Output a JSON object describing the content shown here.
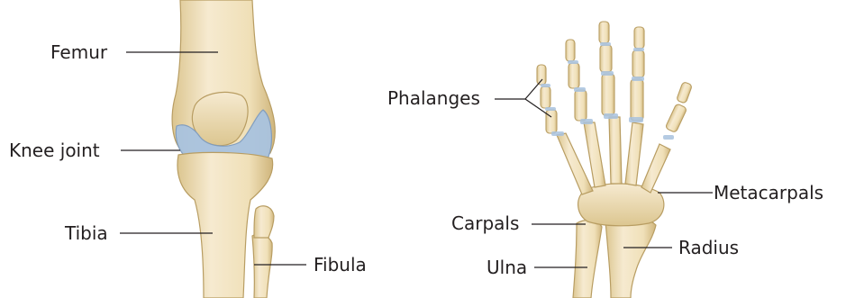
{
  "labels": {
    "femur": "Femur",
    "knee_joint": "Knee joint",
    "tibia": "Tibia",
    "fibula": "Fibula",
    "phalanges": "Phalanges",
    "metacarpals": "Metacarpals",
    "carpals": "Carpals",
    "radius": "Radius",
    "ulna": "Ulna"
  },
  "colors": {
    "bone": "#f1e3bd",
    "bone_shade": "#d6c08c",
    "bone_outline": "#b89d62",
    "cartilage": "#a9c3df",
    "cartilage_outline": "#7e9cc0",
    "leader_line": "#231f20",
    "text": "#231f20"
  }
}
